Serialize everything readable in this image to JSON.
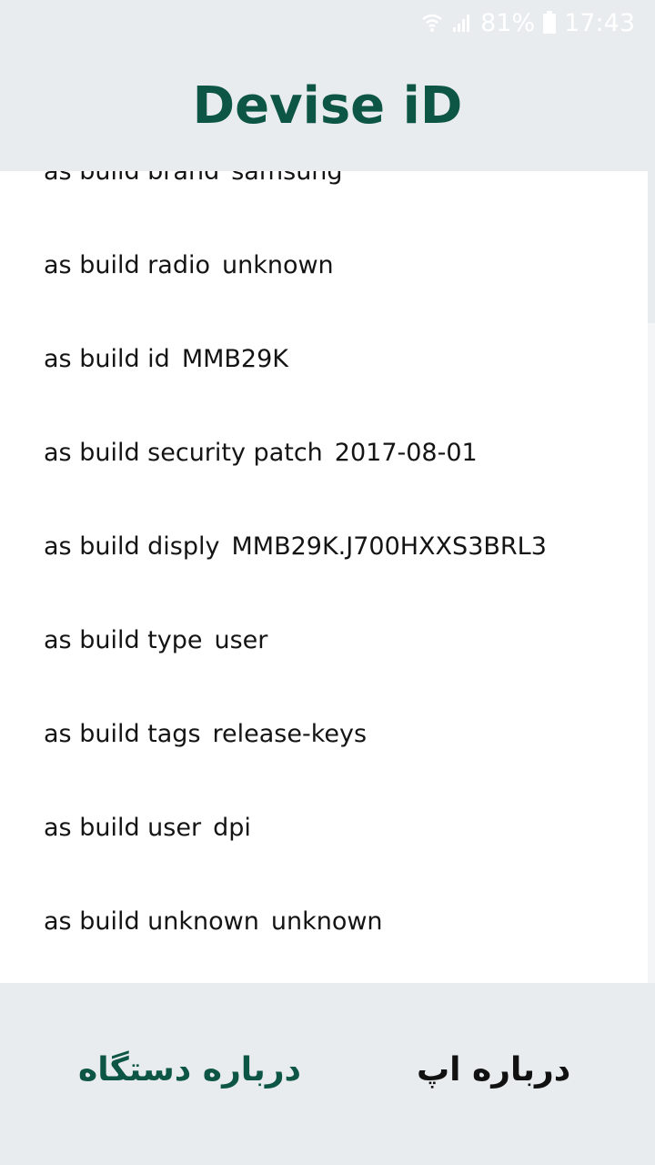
{
  "status_bar": {
    "icons": [
      "wifi-icon",
      "signal-icon",
      "battery-icon"
    ],
    "battery": "81%",
    "time": "17:43"
  },
  "header": {
    "title": "Devise iD"
  },
  "list": [
    {
      "label": "as build brand",
      "value": "samsung"
    },
    {
      "label": "as build radio",
      "value": "unknown"
    },
    {
      "label": "as build id",
      "value": "MMB29K"
    },
    {
      "label": "as build security patch",
      "value": "2017-08-01"
    },
    {
      "label": "as build disply",
      "value": "MMB29K.J700HXXS3BRL3"
    },
    {
      "label": "as build type",
      "value": "user"
    },
    {
      "label": "as build tags",
      "value": "release-keys"
    },
    {
      "label": "as build user",
      "value": "dpi"
    },
    {
      "label": "as build unknown",
      "value": "unknown"
    }
  ],
  "bottom_nav": {
    "device_label": "درباره دستگاه",
    "app_label": "درباره اپ"
  },
  "colors": {
    "accent": "#0d5544",
    "background": "#e9ecef",
    "content": "#ffffff"
  }
}
